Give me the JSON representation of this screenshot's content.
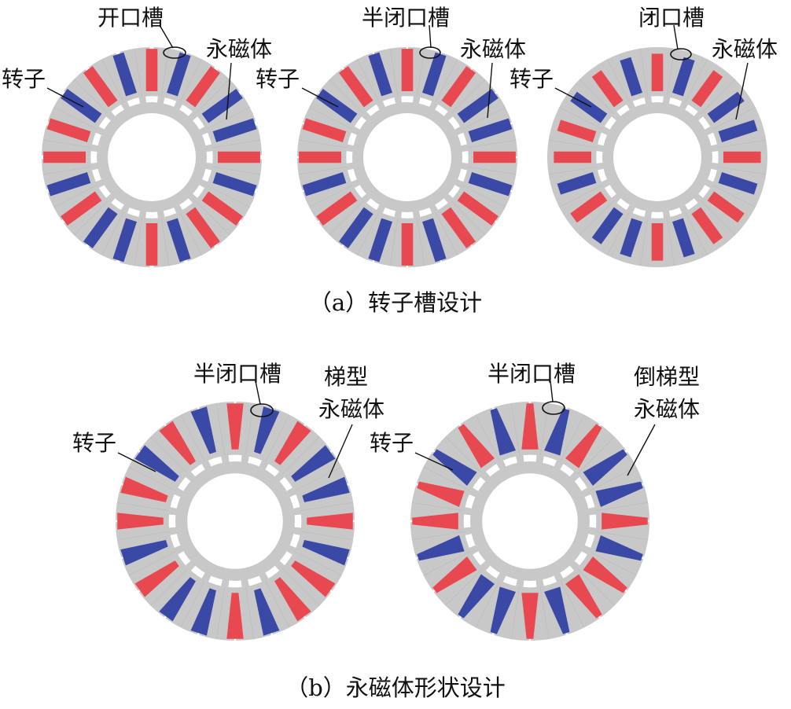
{
  "colors": {
    "rotor": "#c8c8c9",
    "rotor_edge": "#bdbdbe",
    "magnet_red": "#e84850",
    "magnet_blue": "#3a48a6",
    "leader": "#111111",
    "background": "#ffffff"
  },
  "section_a": {
    "caption": "（a）转子槽设计",
    "rotors": [
      {
        "slot_label": "开口槽",
        "rotor_label": "转子",
        "magnet_label": "永磁体",
        "slot_type": "open"
      },
      {
        "slot_label": "半闭口槽",
        "rotor_label": "转子",
        "magnet_label": "永磁体",
        "slot_type": "semi-closed"
      },
      {
        "slot_label": "闭口槽",
        "rotor_label": "转子",
        "magnet_label": "永磁体",
        "slot_type": "closed"
      }
    ]
  },
  "section_b": {
    "caption": "（b）永磁体形状设计",
    "rotors": [
      {
        "slot_label": "半闭口槽",
        "rotor_label": "转子",
        "magnet_label_line1": "梯型",
        "magnet_label_line2": "永磁体",
        "magnet_shape": "trapezoid"
      },
      {
        "slot_label": "半闭口槽",
        "rotor_label": "转子",
        "magnet_label_line1": "倒梯型",
        "magnet_label_line2": "永磁体",
        "magnet_shape": "inverted-trapezoid"
      }
    ]
  },
  "magnet_count": 20
}
